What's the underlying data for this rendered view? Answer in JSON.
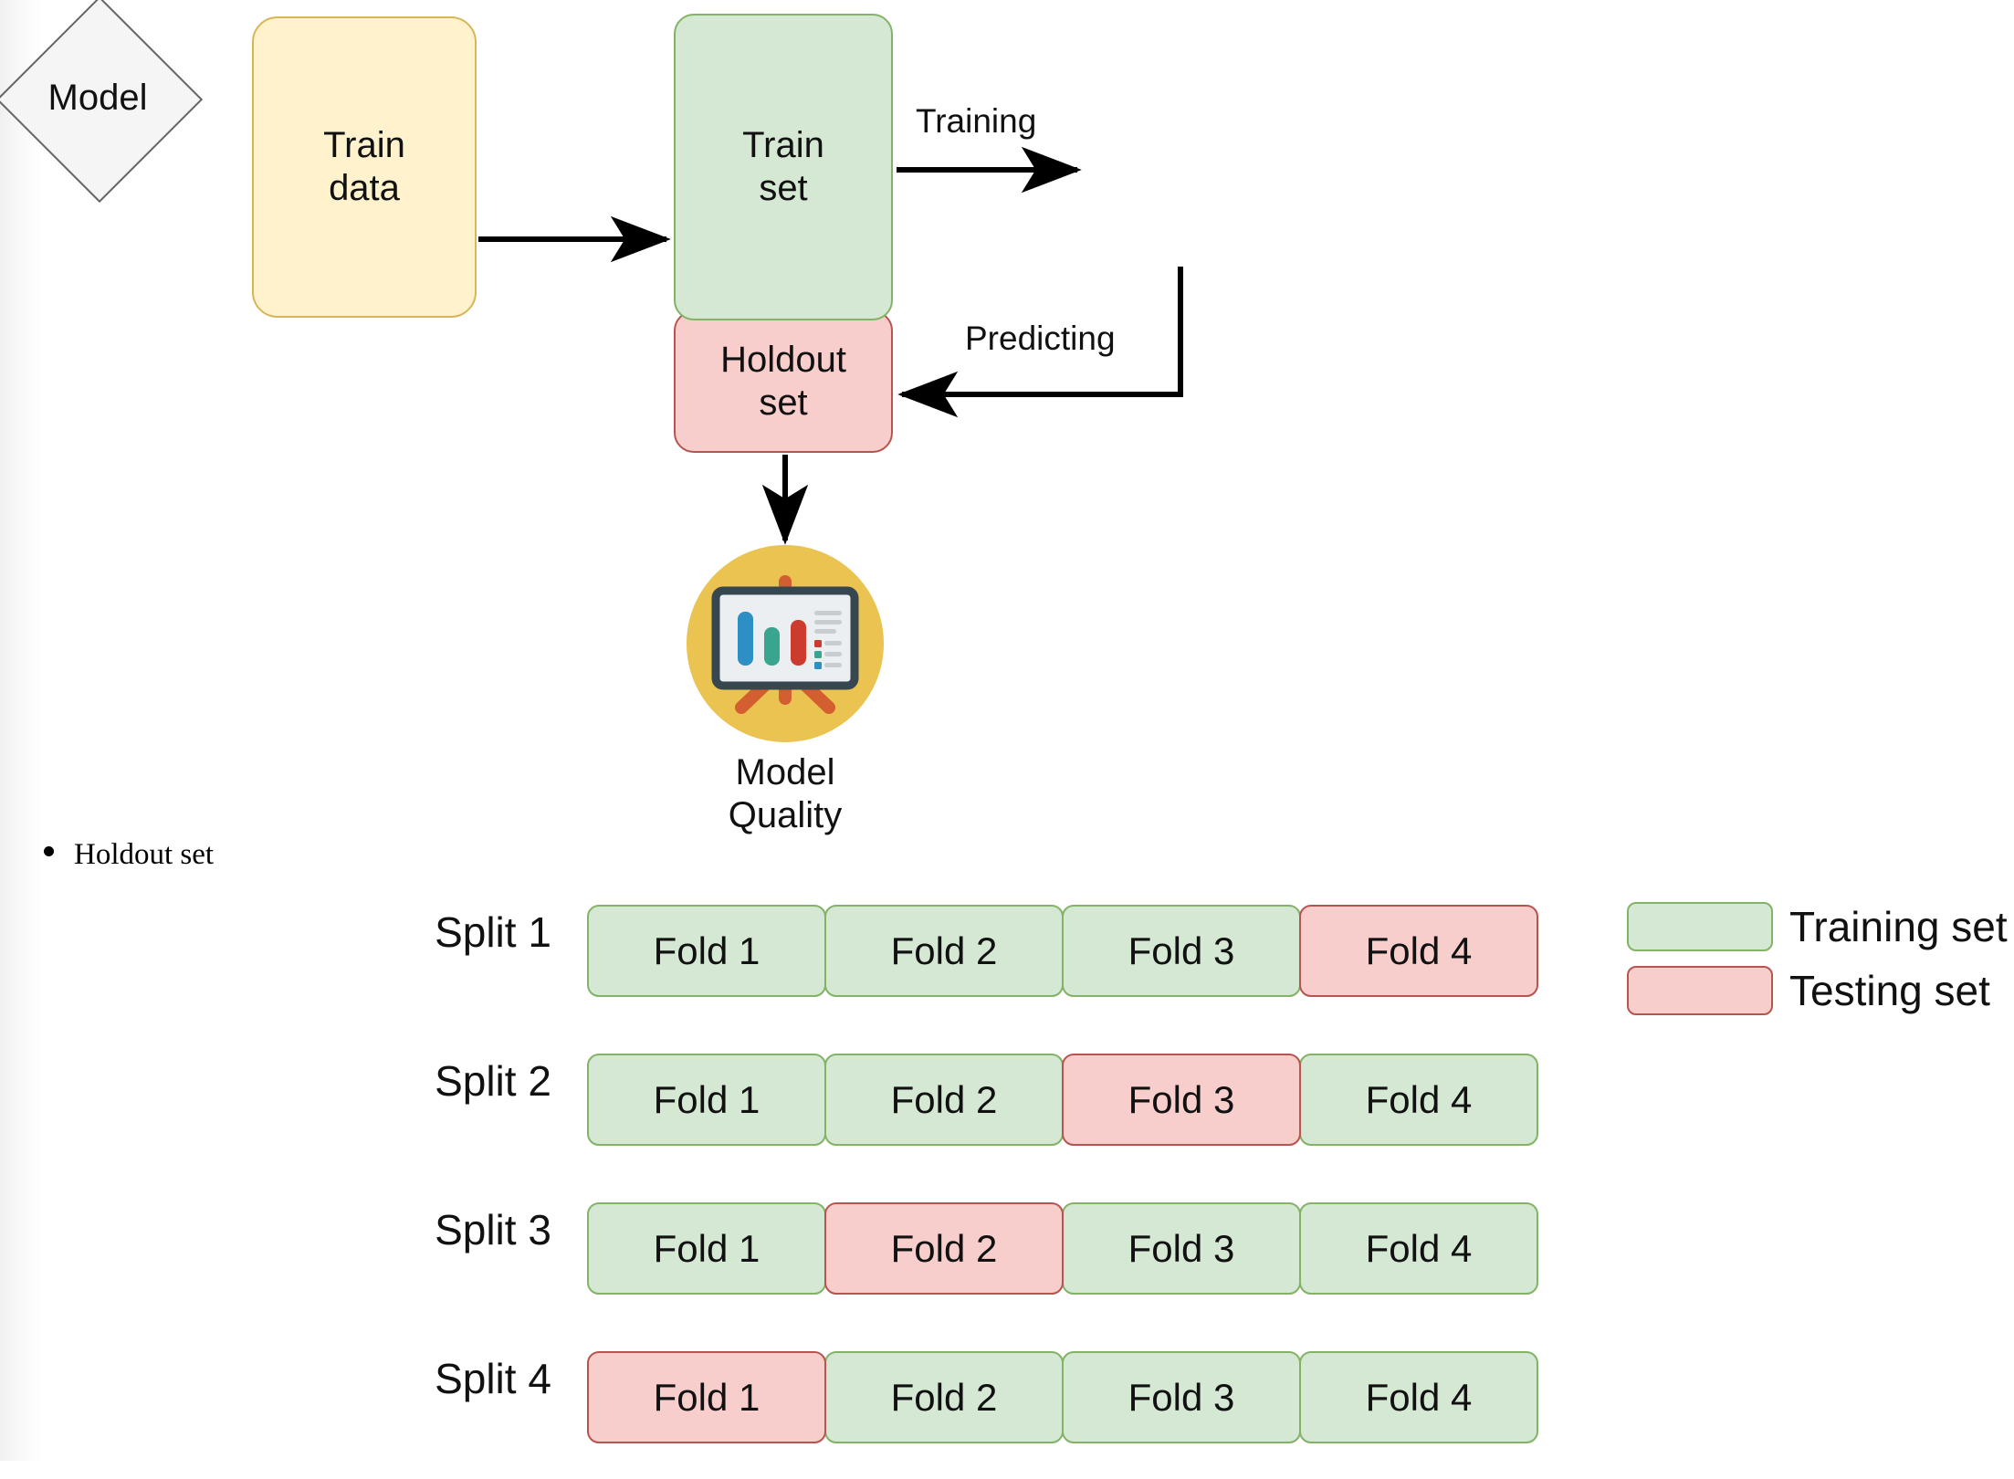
{
  "flow": {
    "nodes": {
      "train_data": "Train\ndata",
      "train_data_line1": "Train",
      "train_data_line2": "data",
      "train_set_line1": "Train",
      "train_set_line2": "set",
      "holdout_set_line1": "Holdout",
      "holdout_set_line2": "set",
      "model": "Model",
      "model_quality_line1": "Model",
      "model_quality_line2": "Quality"
    },
    "edges": {
      "training": "Training",
      "predicting": "Predicting"
    },
    "colors": {
      "train_data_fill": "#fff2cc",
      "train_data_stroke": "#d6b656",
      "train_set_fill": "#d5e8d4",
      "train_set_stroke": "#82b366",
      "holdout_fill": "#f8cecc",
      "holdout_stroke": "#b85450",
      "model_fill": "#f5f5f5",
      "model_stroke": "#666666",
      "quality_circle": "#eac350",
      "arrow": "#000000"
    },
    "icon": {
      "name": "bar-chart-presentation-board-icon",
      "board_fill": "#eceff1",
      "board_stroke": "#37474f",
      "easel_color": "#d35f30",
      "bars": [
        {
          "color": "#2d8fc4",
          "height_pct": 100
        },
        {
          "color": "#3aa58f",
          "height_pct": 72
        },
        {
          "color": "#cc3b2e",
          "height_pct": 86
        }
      ]
    }
  },
  "bullet": {
    "text": "Holdout set"
  },
  "splits": {
    "rows": [
      {
        "label": "Split 1",
        "folds": [
          {
            "label": "Fold 1",
            "role": "train"
          },
          {
            "label": "Fold 2",
            "role": "train"
          },
          {
            "label": "Fold 3",
            "role": "train"
          },
          {
            "label": "Fold 4",
            "role": "test"
          }
        ]
      },
      {
        "label": "Split 2",
        "folds": [
          {
            "label": "Fold 1",
            "role": "train"
          },
          {
            "label": "Fold 2",
            "role": "train"
          },
          {
            "label": "Fold 3",
            "role": "test"
          },
          {
            "label": "Fold 4",
            "role": "train"
          }
        ]
      },
      {
        "label": "Split 3",
        "folds": [
          {
            "label": "Fold 1",
            "role": "train"
          },
          {
            "label": "Fold 2",
            "role": "test"
          },
          {
            "label": "Fold 3",
            "role": "train"
          },
          {
            "label": "Fold 4",
            "role": "train"
          }
        ]
      },
      {
        "label": "Split 4",
        "folds": [
          {
            "label": "Fold 1",
            "role": "test"
          },
          {
            "label": "Fold 2",
            "role": "train"
          },
          {
            "label": "Fold 3",
            "role": "train"
          },
          {
            "label": "Fold 4",
            "role": "train"
          }
        ]
      }
    ]
  },
  "legend": {
    "items": [
      {
        "label": "Training set",
        "role": "train"
      },
      {
        "label": "Testing set",
        "role": "test"
      }
    ]
  }
}
